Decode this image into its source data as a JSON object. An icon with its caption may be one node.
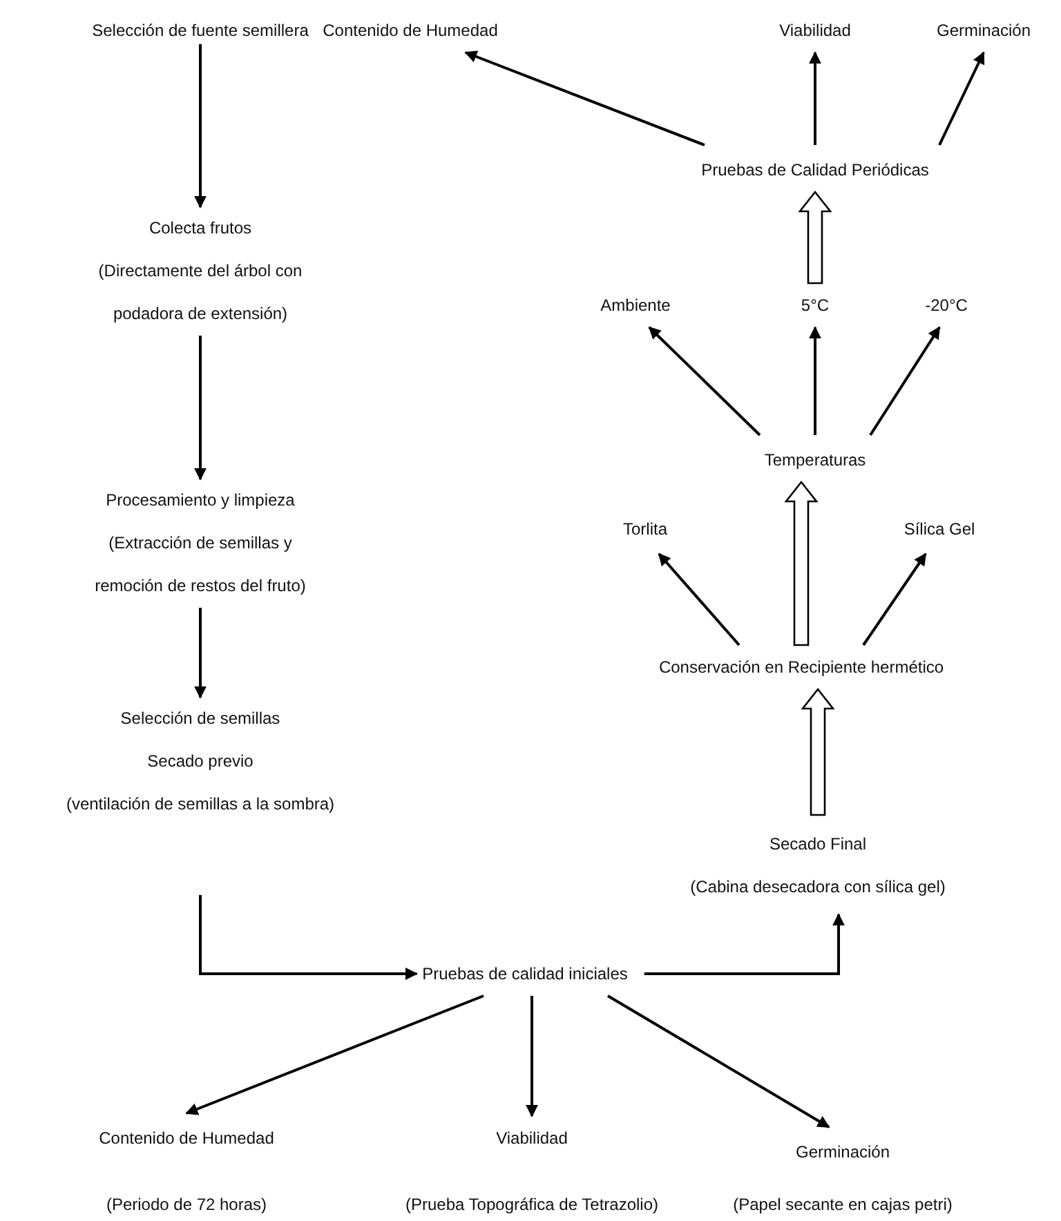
{
  "diagram": {
    "nodes": [
      {
        "text": [
          "Selección de fuente semillera"
        ]
      },
      {
        "text": [
          "Colecta frutos",
          "(Directamente del árbol con podadora de extensión)"
        ]
      },
      {
        "text": [
          "Procesamiento y limpieza",
          "(Extracción de semillas y remoción de restos del fruto)"
        ]
      },
      {
        "text": [
          "Selección de semillas",
          "Secado previo",
          "(ventilación de semillas a la sombra)"
        ]
      },
      {
        "text": [
          "Pruebas de calidad iniciales"
        ]
      },
      {
        "text": [
          "Contenido de Humedad"
        ],
        "beside": [
          "(Periodo de 72 horas)"
        ]
      },
      {
        "text": [
          "Viabilidad"
        ],
        "beside": [
          "(Prueba Topográfica de Tetrazolio)"
        ]
      },
      {
        "text": [
          "Germinación"
        ],
        "beside": [
          "(Papel secante en cajas petri)"
        ]
      },
      {
        "text": [
          "Secado Final",
          "(Cabina desecadora con sílica gel)"
        ]
      },
      {
        "text": [
          "Conservación en Recipiente hermético"
        ]
      },
      {
        "text": [
          "Torlita"
        ]
      },
      {
        "text": [
          "Sílica Gel"
        ]
      },
      {
        "text": [
          "Temperaturas"
        ]
      },
      {
        "text": [
          "Ambiente"
        ]
      },
      {
        "text": [
          "5°C"
        ]
      },
      {
        "text": [
          "-20°C"
        ]
      },
      {
        "text": [
          "Pruebas de Calidad Periódicas"
        ]
      },
      {
        "text": [
          "Contenido de Humedad"
        ]
      },
      {
        "text": [
          "Viabilidad"
        ]
      },
      {
        "text": [
          "Germinación"
        ]
      }
    ],
    "edges": [
      {
        "from": 0,
        "to": 1,
        "arrow": "to"
      },
      {
        "from": 1,
        "to": 2,
        "arrow": "to"
      },
      {
        "from": 2,
        "to": 3,
        "arrow": "to"
      },
      {
        "from": 3,
        "to": 4,
        "arrow": "to"
      },
      {
        "from": 4,
        "to": 5,
        "arrow": "to"
      },
      {
        "from": 4,
        "to": 6,
        "arrow": "to"
      },
      {
        "from": 4,
        "to": 7,
        "arrow": "to"
      },
      {
        "from": 4,
        "to": 8,
        "arrow": "to"
      },
      {
        "from": 8,
        "to": 9,
        "arrow": "to",
        "style": "thick"
      },
      {
        "from": 9,
        "to": 10,
        "arrow": "to"
      },
      {
        "from": 9,
        "to": 11,
        "arrow": "to"
      },
      {
        "from": 9,
        "to": 12,
        "arrow": "to",
        "style": "thick"
      },
      {
        "from": 12,
        "to": 13,
        "arrow": "to"
      },
      {
        "from": 12,
        "to": 14,
        "arrow": "to"
      },
      {
        "from": 12,
        "to": 15,
        "arrow": "to"
      },
      {
        "from": 14,
        "to": 16,
        "arrow": "to",
        "style": "thick"
      },
      {
        "from": 16,
        "to": 17,
        "arrow": "to"
      },
      {
        "from": 16,
        "to": 18,
        "arrow": "to"
      },
      {
        "from": 16,
        "to": 19,
        "arrow": "to"
      }
    ]
  }
}
